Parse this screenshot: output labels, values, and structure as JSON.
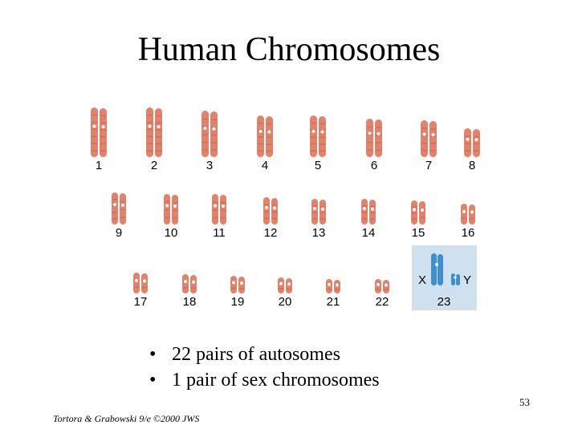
{
  "slide": {
    "title": "Human Chromosomes",
    "bullets": [
      "22 pairs of autosomes",
      "1 pair of sex chromosomes"
    ],
    "slide_number": "53",
    "credit": "Tortora & Grabowski 9/e ©2000 JWS"
  },
  "karyotype": {
    "autosome_labels": [
      "1",
      "2",
      "3",
      "4",
      "5",
      "6",
      "7",
      "8",
      "9",
      "10",
      "11",
      "12",
      "13",
      "14",
      "15",
      "16",
      "17",
      "18",
      "19",
      "20",
      "21",
      "22"
    ],
    "sex_pair": {
      "number": "23",
      "x_label": "X",
      "y_label": "Y"
    },
    "colors": {
      "autosome": "#e2826a",
      "autosome_dark": "#c9634c",
      "sex_chromosome": "#3f8fd0",
      "sex_panel": "#cfe0ee",
      "centromere": "#ffffff"
    }
  }
}
